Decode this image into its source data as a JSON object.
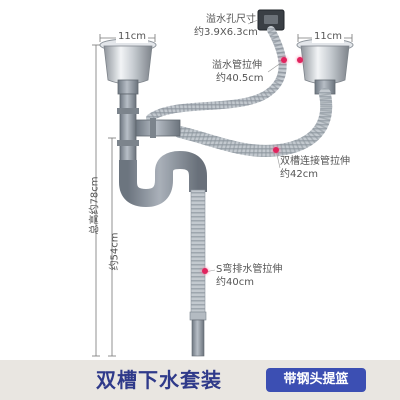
{
  "labels": {
    "sink_left_width": "11cm",
    "sink_right_width": "11cm",
    "overflow_hole_size_title": "溢水孔尺寸",
    "overflow_hole_size_value": "约3.9X6.3cm",
    "overflow_pipe_title": "溢水管拉伸",
    "overflow_pipe_value": "约40.5cm",
    "double_connect_title": "双槽连接管拉伸",
    "double_connect_value": "约42cm",
    "s_drain_title": "S弯排水管拉伸",
    "s_drain_value": "约40cm",
    "total_height": "总高约78cm",
    "trap_height": "约54cm"
  },
  "footer": {
    "title": "双槽下水套装",
    "badge": "带钢头提篮"
  },
  "colors": {
    "accent": "#2f3a8a",
    "badge_bg": "#3c4fb3",
    "footer_bg": "#e9e6e1",
    "marker": "#e0245e",
    "pipe": "#9aa3ad"
  }
}
